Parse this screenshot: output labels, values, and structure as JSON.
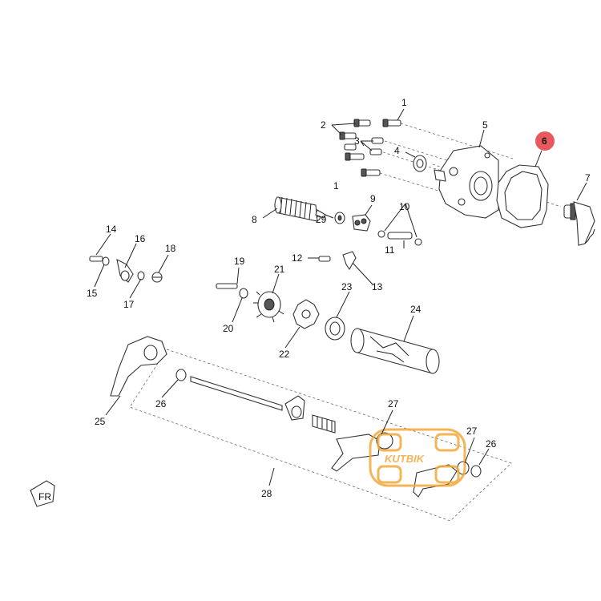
{
  "diagram": {
    "callouts": [
      "1",
      "2",
      "3",
      "4",
      "5",
      "6",
      "7",
      "8",
      "9",
      "10",
      "11",
      "12",
      "13",
      "14",
      "15",
      "16",
      "17",
      "18",
      "19",
      "20",
      "21",
      "22",
      "23",
      "24",
      "25",
      "26",
      "27",
      "28",
      "29"
    ],
    "highlighted_callout": "6",
    "highlight_color": "#e8585c",
    "line_color": "#333333",
    "watermark": {
      "text": "KUTBIK",
      "color": "#f2a93a"
    }
  }
}
